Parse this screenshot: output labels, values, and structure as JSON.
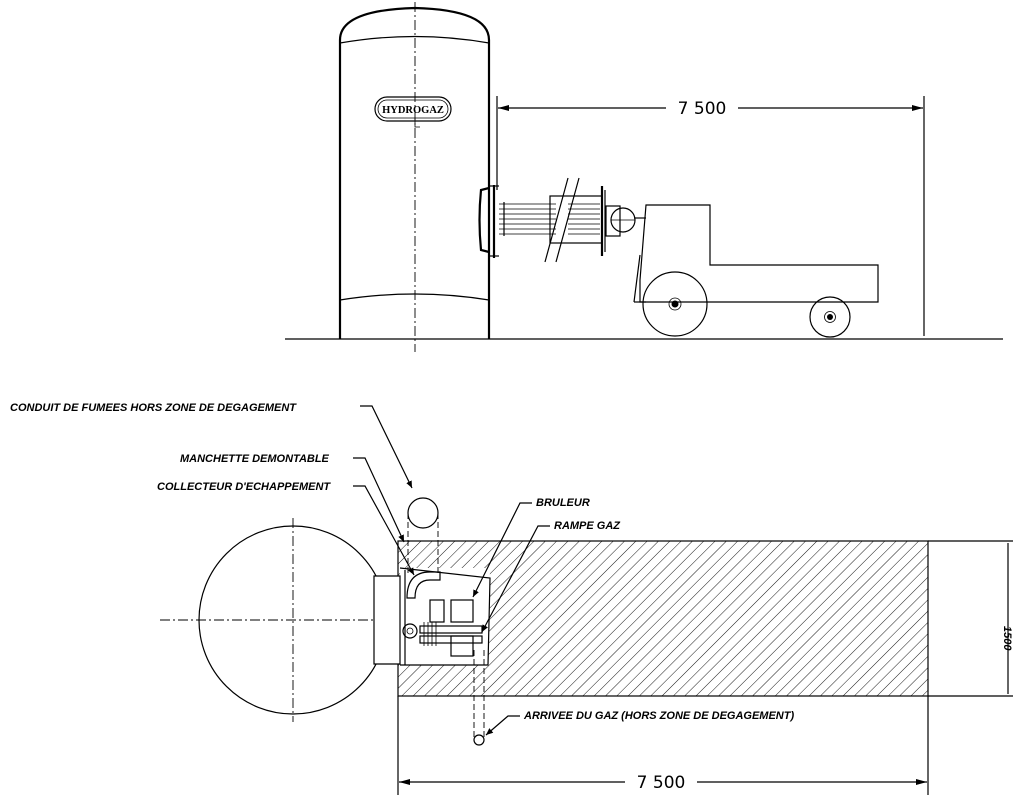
{
  "brand": {
    "logo_text": "HYDROGAZ"
  },
  "dimensions": {
    "top_length": "7 500",
    "bottom_length": "7 500"
  },
  "labels": {
    "conduit": "CONDUIT DE FUMEES HORS ZONE DE DEGAGEMENT",
    "manchette": "MANCHETTE DEMONTABLE",
    "collecteur": "COLLECTEUR D'ECHAPPEMENT",
    "bruleur": "BRULEUR",
    "rampe": "RAMPE GAZ",
    "arrivee": "ARRIVEE DU GAZ (HORS ZONE DE DEGAGEMENT)"
  }
}
